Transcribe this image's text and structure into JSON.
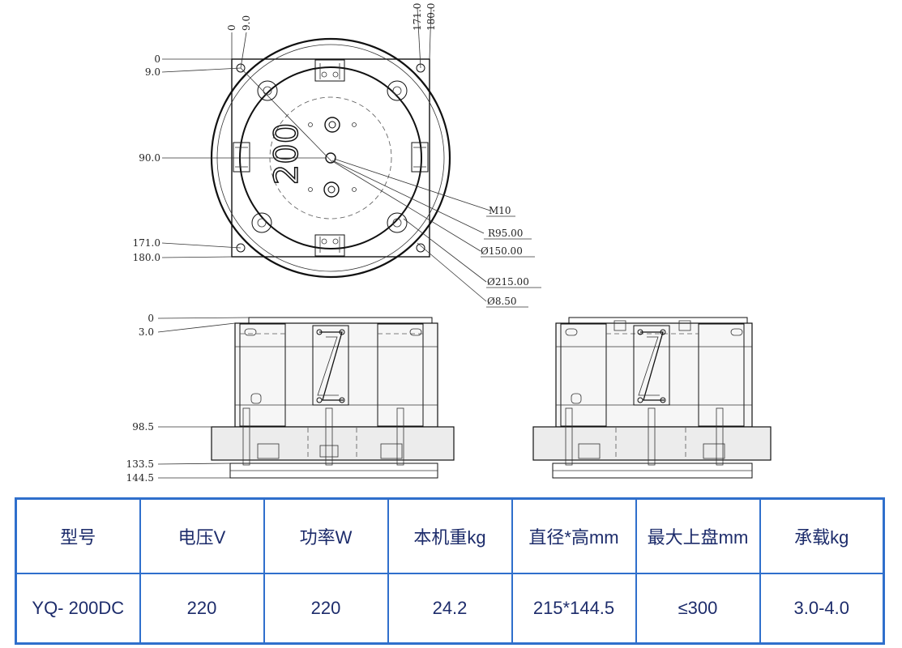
{
  "top_view": {
    "left_ticks": [
      "0",
      "9.0",
      "90.0",
      "171.0",
      "180.0"
    ],
    "top_ticks": [
      "0",
      "9.0",
      "171.0",
      "180.0"
    ],
    "plate_label": "200",
    "callouts": [
      "M10",
      "R95.00",
      "Ø150.00",
      "Ø215.00",
      "Ø8.50"
    ]
  },
  "side_view": {
    "left_ticks": [
      "0",
      "3.0",
      "98.5",
      "133.5",
      "144.5"
    ]
  },
  "spec_table": {
    "headers": [
      "型号",
      "电压V",
      "功率W",
      "本机重kg",
      "直径*高mm",
      "最大上盘mm",
      "承载kg"
    ],
    "row": [
      "YQ- 200DC",
      "220",
      "220",
      "24.2",
      "215*144.5",
      "≤300",
      "3.0-4.0"
    ]
  },
  "colors": {
    "table_border": "#2f6fcc",
    "table_text": "#1d2c6b"
  }
}
